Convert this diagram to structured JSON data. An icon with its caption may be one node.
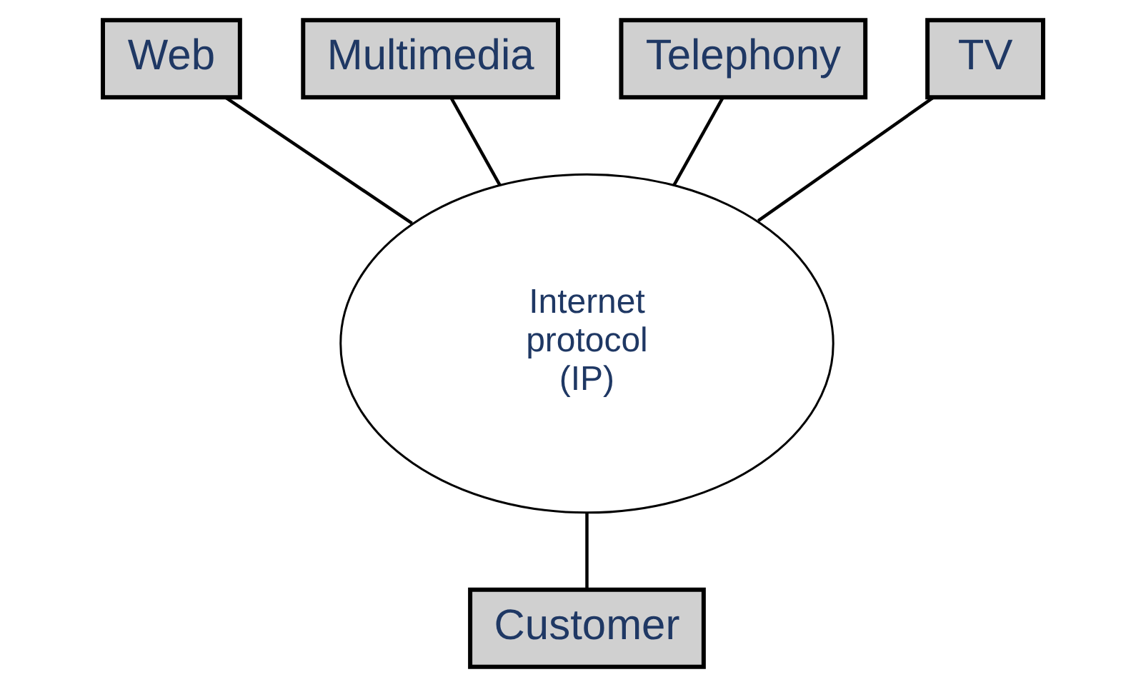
{
  "diagram": {
    "nodes": [
      {
        "text": [
          "Web"
        ]
      },
      {
        "text": [
          "Multimedia"
        ]
      },
      {
        "text": [
          "Telephony"
        ]
      },
      {
        "text": [
          "TV"
        ]
      },
      {
        "text": [
          "Internet protocol (IP)"
        ]
      },
      {
        "text": [
          "Customer"
        ]
      }
    ],
    "edges": [
      {
        "from": 2,
        "to": 4,
        "arrow": "none"
      },
      {
        "from": 0,
        "to": 4,
        "arrow": "none"
      },
      {
        "from": 1,
        "to": 4,
        "arrow": "none"
      },
      {
        "from": 3,
        "to": 4,
        "arrow": "none"
      },
      {
        "from": 4,
        "to": 5,
        "arrow": "none"
      }
    ]
  }
}
